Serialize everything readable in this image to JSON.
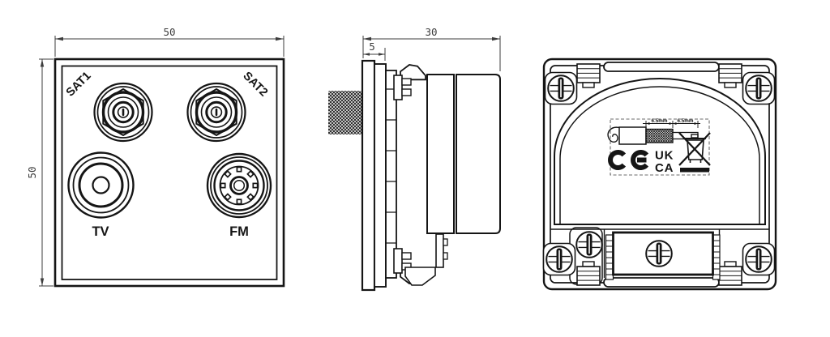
{
  "front_view": {
    "width_dim": "50",
    "height_dim": "50",
    "sat1_label": "SAT1",
    "sat2_label": "SAT2",
    "tv_label": "TV",
    "fm_label": "FM"
  },
  "side_view": {
    "depth_dim": "30",
    "faceplate_thickness_dim": "5"
  },
  "rear_view": {
    "compliance_label": {
      "strip_dim_braid": "6.5mm",
      "strip_dim_conductor": "6.5mm",
      "ukca_line1": "UK",
      "ukca_line2": "CA"
    }
  },
  "colors": {
    "line": "#151515",
    "dim": "#3d3d3d",
    "background": "#ffffff"
  }
}
